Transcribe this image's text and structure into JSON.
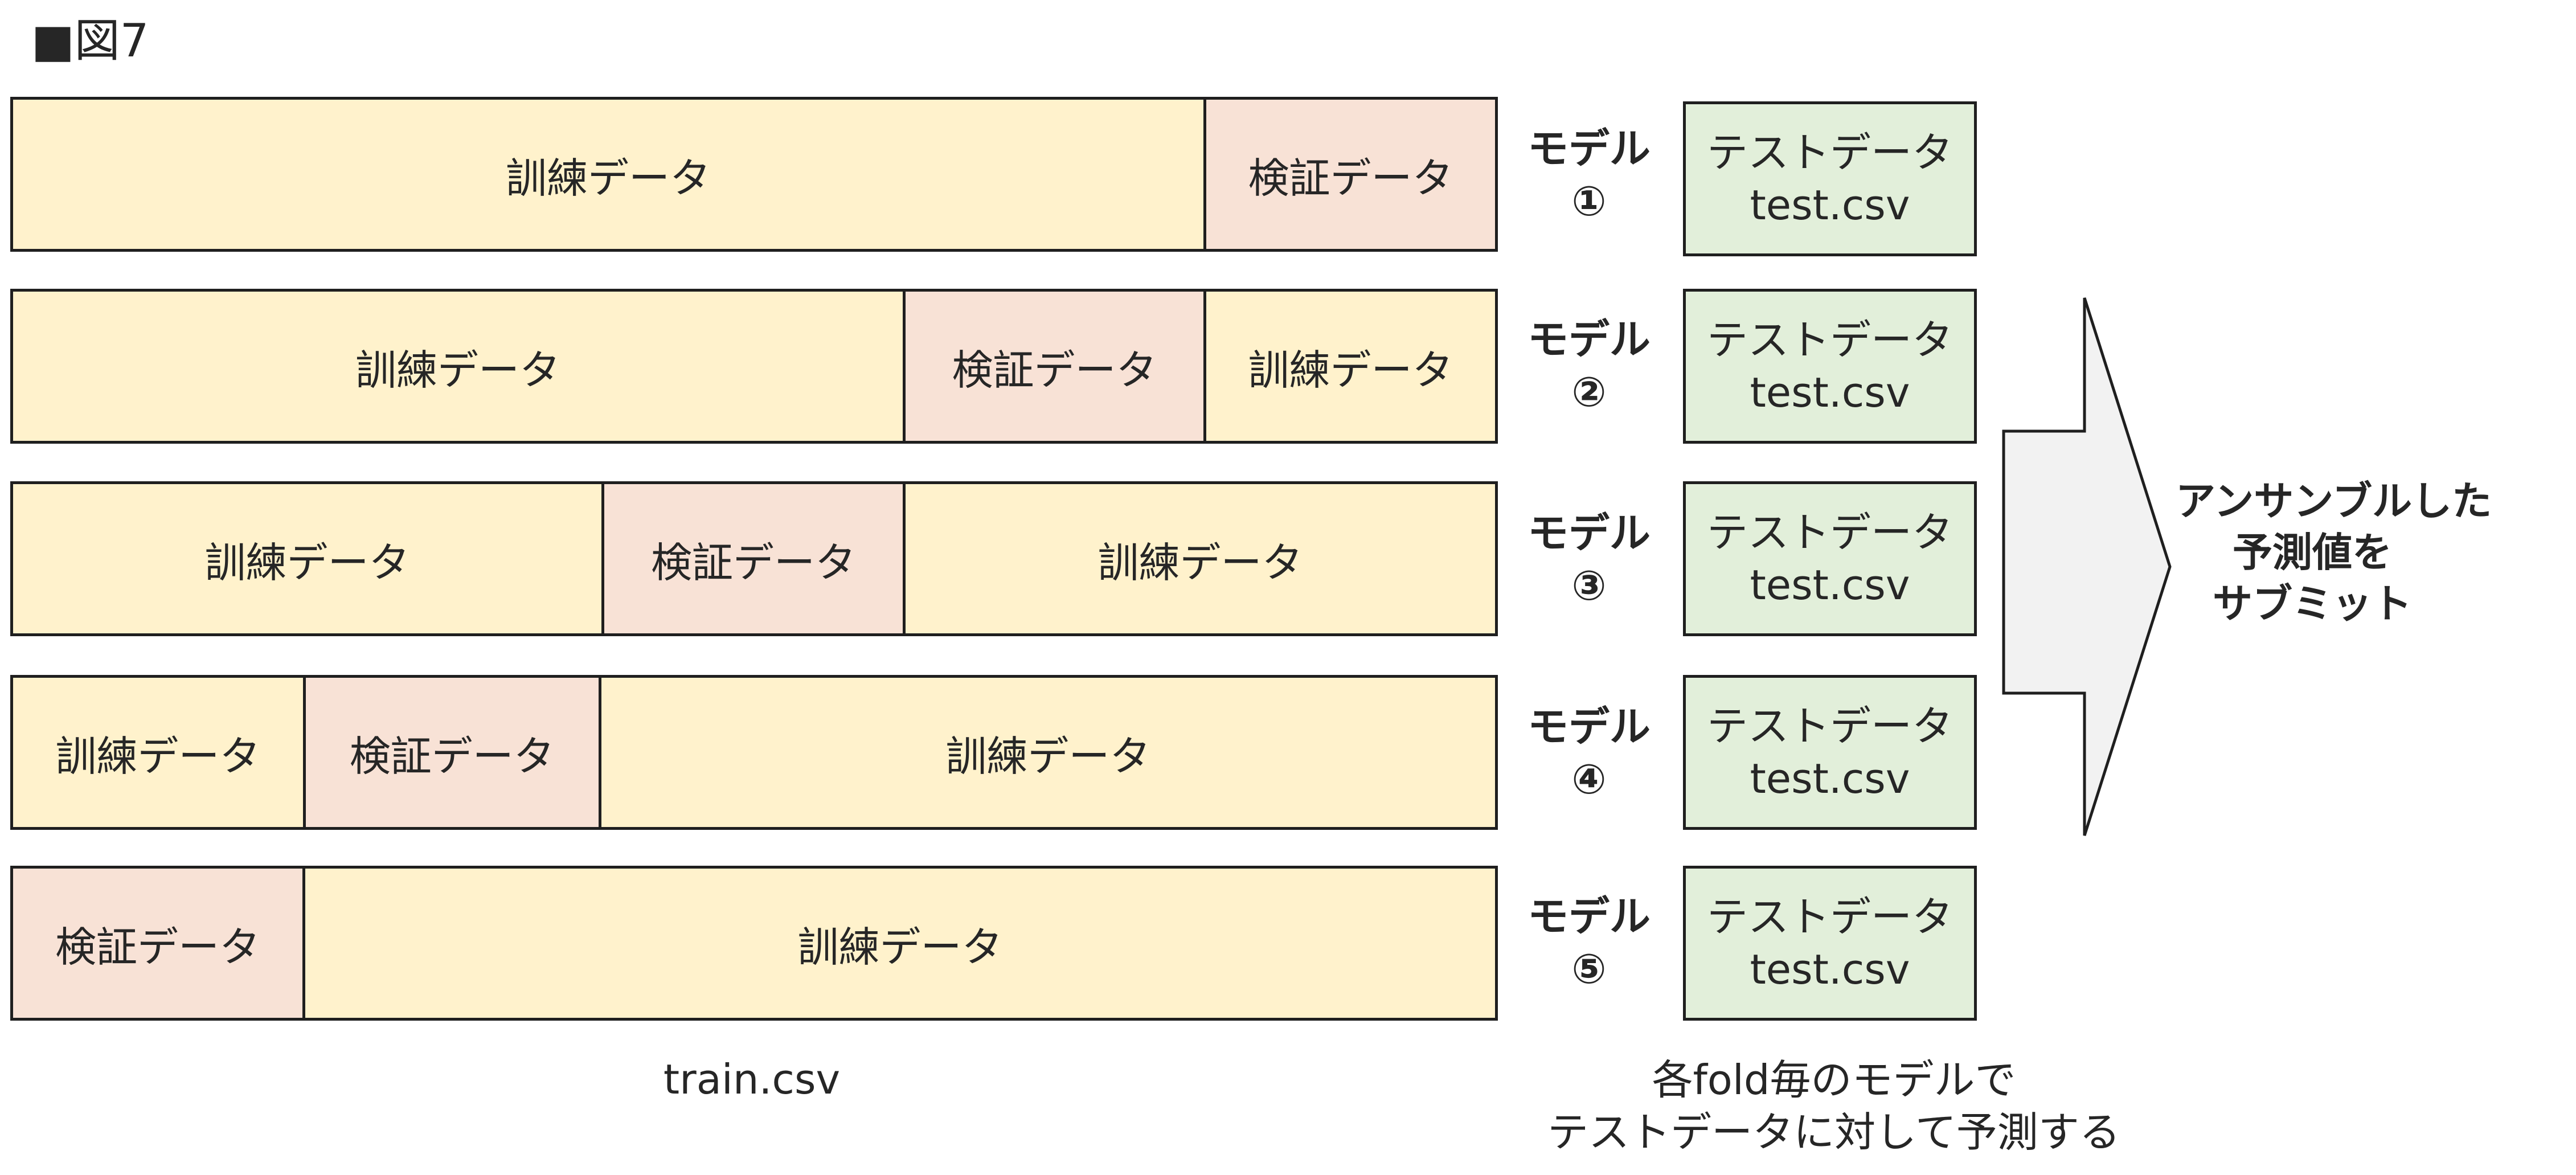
{
  "title": "■図7",
  "labels": {
    "train": "訓練データ",
    "valid": "検証データ",
    "model": "モデル",
    "test_title": "テストデータ",
    "test_file": "test.csv"
  },
  "folds": [
    {
      "model_number": "①",
      "segments": [
        {
          "type": "train",
          "text": "訓練データ"
        },
        {
          "type": "valid",
          "text": "検証データ"
        }
      ]
    },
    {
      "model_number": "②",
      "segments": [
        {
          "type": "train",
          "text": "訓練データ"
        },
        {
          "type": "valid",
          "text": "検証データ"
        },
        {
          "type": "train",
          "text": "訓練データ"
        }
      ]
    },
    {
      "model_number": "③",
      "segments": [
        {
          "type": "train",
          "text": "訓練データ"
        },
        {
          "type": "valid",
          "text": "検証データ"
        },
        {
          "type": "train",
          "text": "訓練データ"
        }
      ]
    },
    {
      "model_number": "④",
      "segments": [
        {
          "type": "train",
          "text": "訓練データ"
        },
        {
          "type": "valid",
          "text": "検証データ"
        },
        {
          "type": "train",
          "text": "訓練データ"
        }
      ]
    },
    {
      "model_number": "⑤",
      "segments": [
        {
          "type": "valid",
          "text": "検証データ"
        },
        {
          "type": "train",
          "text": "訓練データ"
        }
      ]
    }
  ],
  "result": {
    "line1": "アンサンブルした",
    "line2": "予測値を",
    "line3": "サブミット"
  },
  "captions": {
    "train_file": "train.csv",
    "test_line1": "各fold毎のモデルで",
    "test_line2": "テストデータに対して予測する"
  },
  "colors": {
    "train": "#fff2cc",
    "valid": "#f8e2d6",
    "test": "#e2efda",
    "arrow": "#f2f2f2"
  }
}
